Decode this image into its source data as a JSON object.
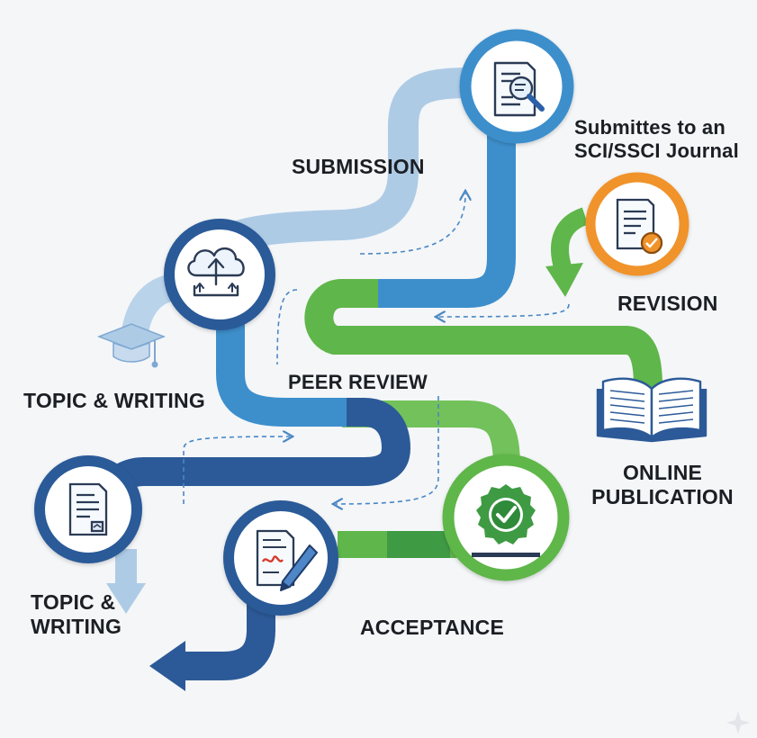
{
  "labels": {
    "submission": "SUBMISSION",
    "submitted_line1": "Submittes to an",
    "submitted_line2": "SCI/SSCI Journal",
    "revision": "REVISION",
    "peer_review": "PEER REVIEW",
    "topic_writing_upper": "TOPIC & WRITING",
    "online_line1": "ONLINE",
    "online_line2": "PUBLICATION",
    "topic_line1": "TOPIC &",
    "topic_line2": "WRITING",
    "acceptance": "ACCEPTANCE"
  },
  "colors": {
    "background": "#f4f6f8",
    "light_blue": "#aecbe6",
    "mid_blue": "#3d8fcc",
    "dark_blue": "#2c5a98",
    "green": "#5fb64a",
    "dark_green": "#3f9a44",
    "orange": "#f0932b",
    "text": "#1b1f24"
  },
  "icons": [
    "magnifier-document-icon",
    "cloud-upload-icon",
    "graduation-cap-icon",
    "certified-document-icon",
    "open-book-icon",
    "approval-seal-icon",
    "document-icon",
    "signing-pen-icon"
  ]
}
